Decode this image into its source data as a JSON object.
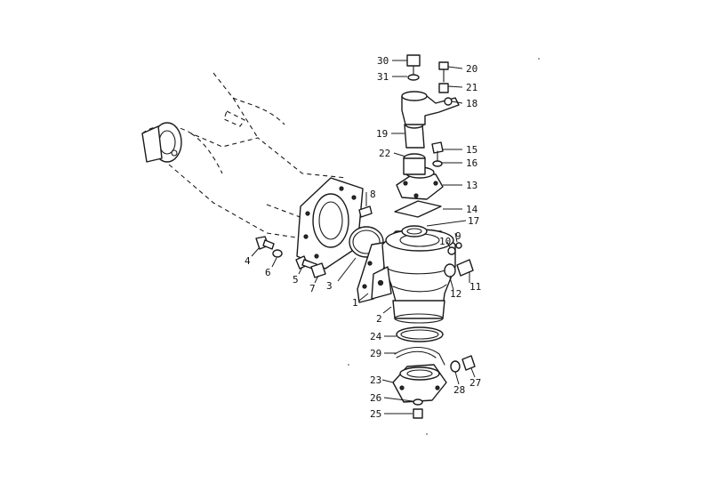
{
  "callouts": [
    {
      "number": "1"
    },
    {
      "number": "2"
    },
    {
      "number": "3"
    },
    {
      "number": "4"
    },
    {
      "number": "5"
    },
    {
      "number": "6"
    },
    {
      "number": "7"
    },
    {
      "number": "8"
    },
    {
      "number": "9"
    },
    {
      "number": "10"
    },
    {
      "number": "11"
    },
    {
      "number": "12"
    },
    {
      "number": "13"
    },
    {
      "number": "14"
    },
    {
      "number": "15"
    },
    {
      "number": "16"
    },
    {
      "number": "17"
    },
    {
      "number": "18"
    },
    {
      "number": "19"
    },
    {
      "number": "20"
    },
    {
      "number": "21"
    },
    {
      "number": "22"
    },
    {
      "number": "23"
    },
    {
      "number": "24"
    },
    {
      "number": "25"
    },
    {
      "number": "26"
    },
    {
      "number": "27"
    },
    {
      "number": "28"
    },
    {
      "number": "29"
    },
    {
      "number": "30"
    },
    {
      "number": "31"
    }
  ]
}
